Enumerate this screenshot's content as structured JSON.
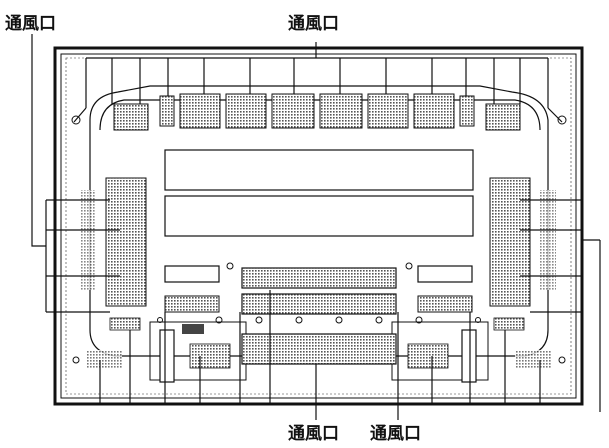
{
  "labels": {
    "top_left": "通風口",
    "top_center": "通風口",
    "bottom_center": "通風口",
    "bottom_right": "通風口"
  },
  "colors": {
    "line": "#111111",
    "panel_fill": "#ffffff",
    "vent_fill": "#bdbdbd"
  }
}
